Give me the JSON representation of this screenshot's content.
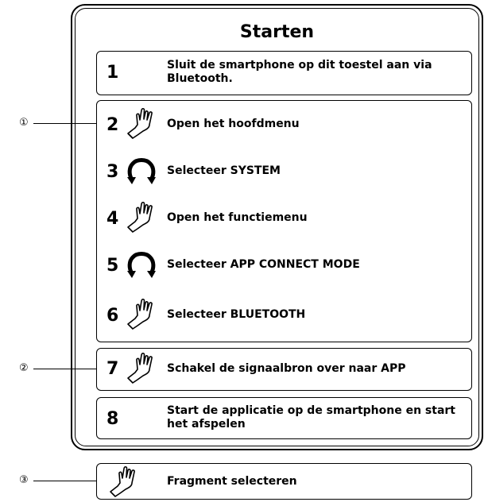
{
  "title": "Starten",
  "steps": [
    {
      "num": "1",
      "icon": "none",
      "text": "Sluit de smartphone op dit toestel aan via Bluetooth."
    },
    {
      "num": "2",
      "icon": "touch-hand-icon",
      "text": "Open het hoofdmenu"
    },
    {
      "num": "3",
      "icon": "rotate-knob-icon",
      "text": "Selecteer SYSTEM"
    },
    {
      "num": "4",
      "icon": "touch-hand-icon",
      "text": "Open het functiemenu"
    },
    {
      "num": "5",
      "icon": "rotate-knob-icon",
      "text": "Selecteer APP CONNECT MODE"
    },
    {
      "num": "6",
      "icon": "touch-hand-icon",
      "text": "Selecteer BLUETOOTH"
    },
    {
      "num": "7",
      "icon": "touch-hand-icon",
      "text": "Schakel de signaalbron over naar APP"
    },
    {
      "num": "8",
      "icon": "none",
      "text": "Start de applicatie op de smartphone en start het afspelen"
    }
  ],
  "legend": {
    "icon": "touch-hand-icon",
    "text": "Fragment selecteren"
  },
  "callouts": [
    "①",
    "②",
    "③"
  ]
}
